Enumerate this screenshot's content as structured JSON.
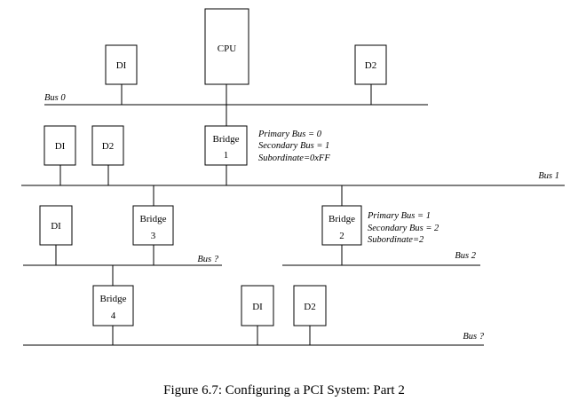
{
  "diagram": {
    "boxes": {
      "cpu": "CPU",
      "di_top": "DI",
      "d2_top": "D2",
      "di_bus1": "DI",
      "d2_bus1": "D2",
      "bridge1": [
        "Bridge",
        "1"
      ],
      "di_left": "DI",
      "bridge3": [
        "Bridge",
        "3"
      ],
      "bridge2": [
        "Bridge",
        "2"
      ],
      "bridge4": [
        "Bridge",
        "4"
      ],
      "di_bottom": "DI",
      "d2_bottom": "D2"
    },
    "buses": {
      "bus0": "Bus 0",
      "bus1": "Bus 1",
      "bus_q_mid": "Bus ?",
      "bus2": "Bus 2",
      "bus_q_bottom": "Bus ?"
    },
    "bridge1_info": [
      "Primary Bus = 0",
      "Secondary Bus = 1",
      "Subordinate=0xFF"
    ],
    "bridge2_info": [
      "Primary Bus = 1",
      "Secondary Bus = 2",
      "Subordinate=2"
    ]
  },
  "caption": "Figure 6.7: Configuring a PCI System: Part 2"
}
